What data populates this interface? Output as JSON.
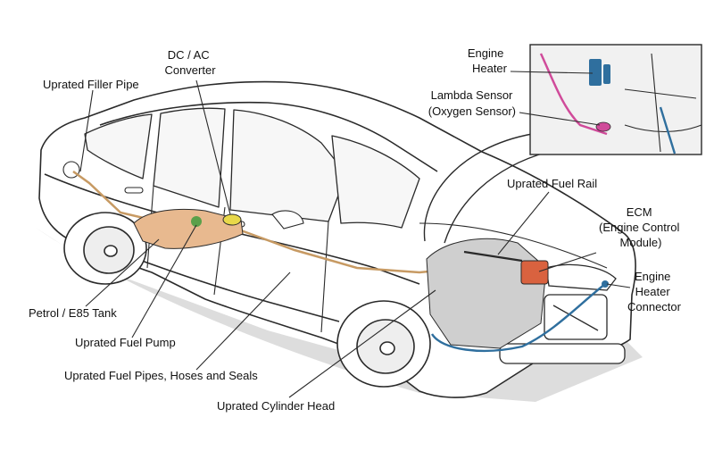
{
  "labels": {
    "dc_ac_converter": [
      "DC / AC",
      "Converter"
    ],
    "uprated_filler_pipe": [
      "Uprated Filler Pipe"
    ],
    "engine_heater": [
      "Engine",
      "Heater"
    ],
    "lambda_sensor": [
      "Lambda Sensor",
      "(Oxygen Sensor)"
    ],
    "uprated_fuel_rail": [
      "Uprated Fuel Rail"
    ],
    "ecm": [
      "ECM",
      "(Engine Control",
      "Module)"
    ],
    "engine_heater_connector": [
      "Engine",
      "Heater",
      "Connector"
    ],
    "petrol_e85_tank": [
      "Petrol / E85 Tank"
    ],
    "uprated_fuel_pump": [
      "Uprated Fuel Pump"
    ],
    "uprated_fuel_pipes": [
      "Uprated Fuel Pipes, Hoses and Seals"
    ],
    "uprated_cylinder_head": [
      "Uprated Cylinder Head"
    ]
  },
  "colors": {
    "line": "#2a2a2a",
    "car_fill": "#ffffff",
    "shadow": "#d9d9d9",
    "fuel_pipe": "#c79a63",
    "tank": "#e8b98f",
    "engine": "#cfcfcf",
    "ecm": "#d9623f",
    "heater_cable": "#2f6f9e",
    "pink_cable": "#d04b9a",
    "converter": "#e8d84a",
    "pump": "#5aa04a",
    "inset_bg": "#f1f1f1"
  }
}
